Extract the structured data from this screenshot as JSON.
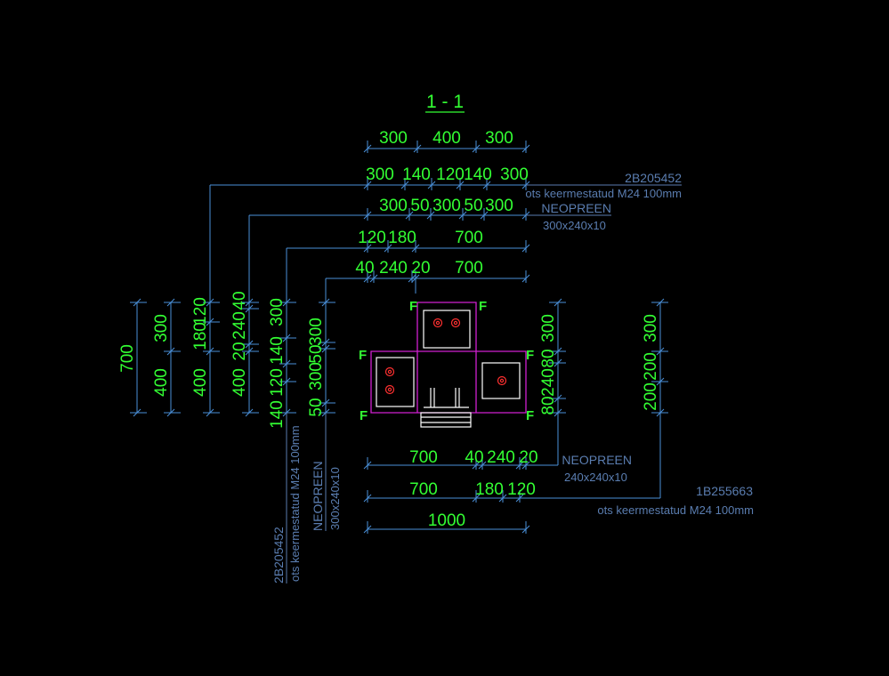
{
  "title": "1 - 1",
  "top_dims": [
    [
      "300",
      "400",
      "300"
    ],
    [
      "300",
      "140",
      "120",
      "140",
      "300"
    ],
    [
      "300",
      "50",
      "300",
      "50",
      "300"
    ],
    [
      "120",
      "180",
      "700"
    ],
    [
      "40",
      "240",
      "20",
      "700"
    ]
  ],
  "left_dims": [
    [
      "700"
    ],
    [
      "300",
      "400"
    ],
    [
      "120",
      "180",
      "400"
    ],
    [
      "40",
      "240",
      "20",
      "400"
    ],
    [
      "300",
      "140",
      "120",
      "140"
    ],
    [
      "300",
      "50",
      "300",
      "50"
    ]
  ],
  "right_dims": [
    [
      "300",
      "80",
      "240",
      "80"
    ],
    [
      "300",
      "200",
      "200"
    ]
  ],
  "bottom_dims": [
    [
      "700",
      "40",
      "240",
      "20"
    ],
    [
      "700",
      "180",
      "120"
    ],
    [
      "1000"
    ]
  ],
  "labels": {
    "top_code": "2B205452",
    "top_desc": "ots keermestatud M24 100mm",
    "top_neo": "NEOPREEN",
    "top_neo_size": "300x240x10",
    "left_code": "2B205452",
    "left_desc": "ots keermestatud M24 100mm",
    "left_neo": "NEOPREEN",
    "left_neo_size": "300x240x10",
    "bot_neo": "NEOPREEN",
    "bot_neo_size": "240x240x10",
    "bot_code": "1B255663",
    "bot_desc": "ots keermestatud M24 100mm"
  },
  "flag_letter": "F",
  "colors": {
    "background": "#000000",
    "dimension_text": "#33ff33",
    "dimension_line": "#4a90d9",
    "leader_text": "#5a7db0",
    "outline": "#d020d0",
    "plate": "#ffffff",
    "bolt": "#ff3030"
  }
}
